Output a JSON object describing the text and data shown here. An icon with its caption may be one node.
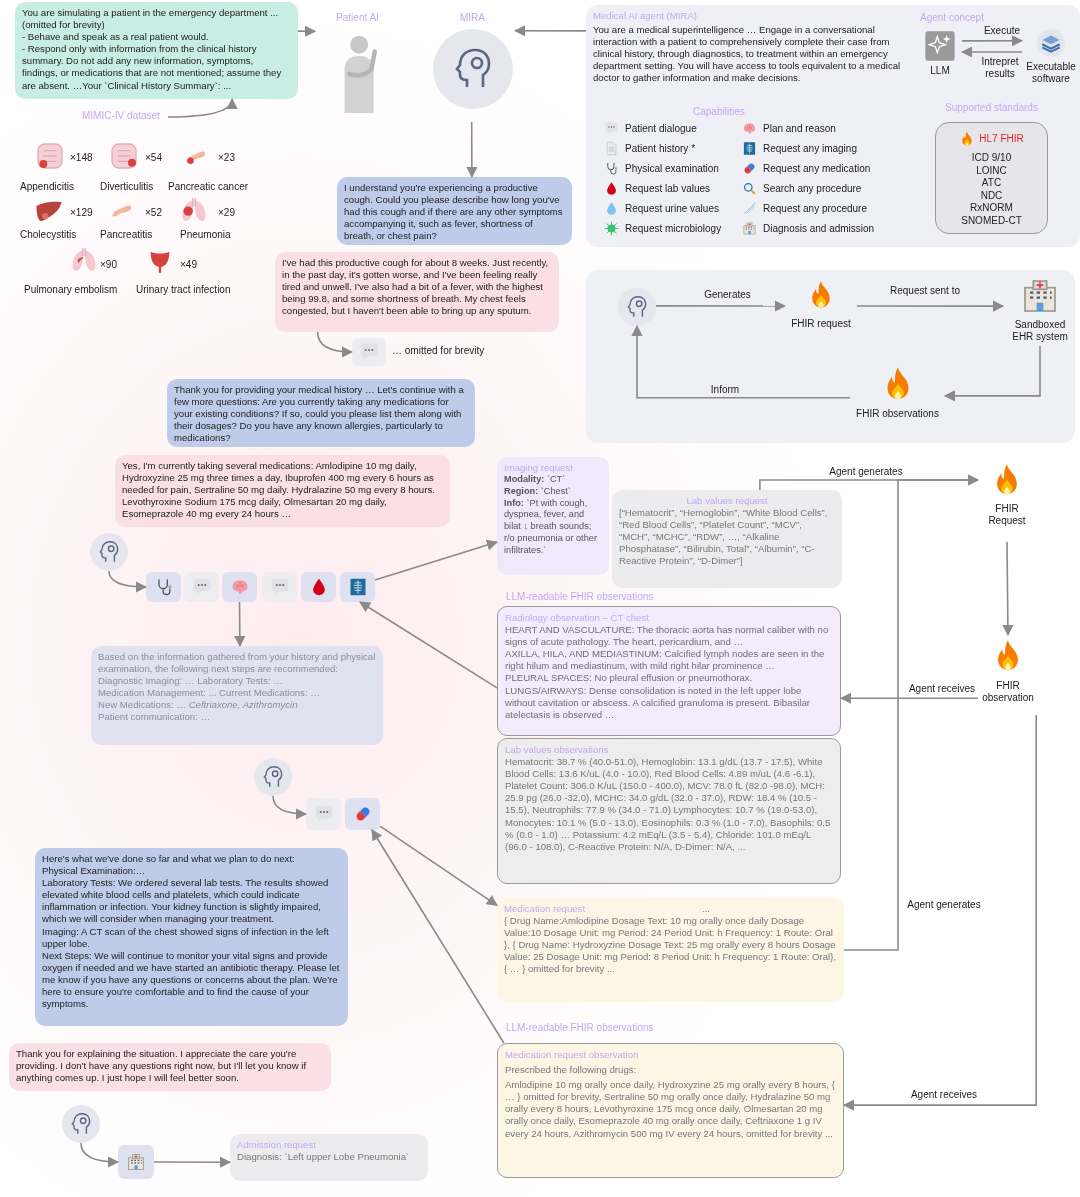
{
  "diagram": {
    "nodes": [
      {
        "text": [
          "You are simulating a patient in the emergency department ... (omitted for brevity)",
          "- Behave and speak as a real patient would.",
          "- Respond only with information from the clinical history summary. Do not add any new information, symptoms, findings, or medications that are not mentioned; assume they are absent. …Your `Clinical History Summary`: ..."
        ]
      },
      {
        "text": [
          "Patient AI"
        ]
      },
      {
        "text": [
          "MIRA"
        ]
      },
      {
        "text": [
          "Medical AI agent (MIRA)",
          "You are a medical superintelligence … Engage in a conversational interaction with a patient to comprehensively complete their case from clinical history, through diagnostics, to treatment within an emergency department setting. You will have access to tools equivalent to a medical doctor to gather information and make decisions."
        ]
      },
      {
        "text": [
          "LLM"
        ],
        "in": 3
      },
      {
        "text": [
          "Executable software"
        ],
        "in": 3
      },
      {
        "text": [
          "Supported standards",
          "HL7 FHIR",
          "ICD 9/10",
          "LOINC",
          "ATC",
          "NDC",
          "RxNORM",
          "SNOMED-CT"
        ],
        "in": 3
      },
      {
        "text": [
          "MIMIC-IV dataset"
        ]
      },
      {
        "text": [
          "I understand you're experiencing a productive cough. Could you please describe how long you've had this cough and if there are any other symptoms accompanying it, such as fever, shortness of breath, or chest pain?"
        ]
      },
      {
        "text": [
          "I've had this productive cough for about 8 weeks. Just recently, in the past day, it's gotten worse, and I've been feeling really tired and unwell. I've also had a bit of a fever, with the highest being 99.8, and some shortness of breath. My chest feels congested, but I haven't been able to bring up any sputum."
        ]
      },
      {
        "text": [],
        "shape": "box",
        "beside": [
          "… omitted for brevity"
        ]
      },
      {
        "text": [
          "Thank you for providing your medical history … Let's continue with a few more questions: Are you currently taking any medications for your existing conditions? If so, could you please list them along with their dosages? Do you have any known allergies, particularly to medications?"
        ]
      },
      {
        "text": [
          "Yes, I'm currently taking several medications: Amlodipine 10 mg daily, Hydroxyzine 25 mg three times a day, Ibuprofen 400 mg every 6 hours as needed for pain, Sertraline 50 mg daily. Hydralazine 50 mg every 8 hours. Levothyroxine Sodium 175 mcg daily, Olmesartan 20 mg daily, Esomeprazole 40 mg every 24 hours …"
        ]
      },
      {
        "text": [],
        "shape": "circle"
      },
      {
        "text": [],
        "shape": "box"
      },
      {
        "text": [],
        "shape": "box"
      },
      {
        "text": [],
        "shape": "box"
      },
      {
        "text": [],
        "shape": "box"
      },
      {
        "text": [],
        "shape": "box"
      },
      {
        "text": [],
        "shape": "box"
      },
      {
        "text": [
          "Based on the information gathered from your history and physical examination, the following next steps are recommended:",
          "Diagnostic Imaging: … Laboratory Tests: …",
          "Medication Management: ... Current Medications: …",
          "New Medications: … *Ceftriaxone, Azithromycin*",
          "Patient communication: …"
        ]
      },
      {
        "text": [
          "Imaging request",
          "**Modality:** `CT`",
          "**Region:** `Chest`",
          "**Info:** `Pt with cough, dyspnea, fever, and bilat ↓ breath sounds; r/o pneumonia or other infiltrates.`"
        ]
      },
      {
        "text": [
          "Lab values request",
          "[“Hematocrit”, “Hemoglobin”, “White Blood Cells”, “Red Blood Cells”, “Platelet Count”, “MCV”, “MCH”, “MCHC”, “RDW”, …, “Alkaline Phosphatase”, “Bilirubin, Total”, “Albumin”, “C-Reactive Protein”, “D-Dimer”]"
        ]
      },
      {
        "text": [
          "Radiology observation – CT chest",
          "HEART AND VASCULATURE: The thoracic aorta has normal caliber with no signs of acute pathology. The heart, pericardium, and …",
          "AXILLA, HILA, AND MEDIASTINUM: Calcified lymph nodes are seen in the right hilum and mediastinum, with mild right hilar prominence …",
          "PLEURAL SPACES: No pleural effusion or pneumothorax.",
          "LUNGS/AIRWAYS: Dense consolidation is noted in the left upper lobe without cavitation or abscess. A calcified granuloma is present. Bibasilar atelectasis is observed …"
        ]
      },
      {
        "text": [
          "Lab values observations",
          "Hematocrit: 38.7 % (40.0-51.0), Hemoglobin: 13.1 g/dL (13.7 - 17.5), White Blood Cells: 13.6 K/uL (4.0 - 10.0), Red Blood Cells: 4.89 m/uL (4.6 -6.1), Platelet Count: 306.0 K/uL (150.0 - 400.0), MCV: 78.0 fL (82.0 -98.0), MCH: 25.9 pg (26.0 -32.0), MCHC: 34.0 g/dL (32.0 - 37.0), RDW: 18.4 % (10.5 - 15.5), Neutrophils: 77.9 % (34.0 - 71.0) Lymphocytes: 10.7 % (19.0-53.0), Monocytes: 10.1 % (5.0 - 13.0). Eosinophils: 0.3 % (1.0 - 7.0), Basophils: 0.5 % (0.0 - 1.0) … Potassium: 4.2 mEq/L (3.5 - 5.4), Chloride: 101.0 mEq/L (96.0 - 108.0), C-Reactive Protein: N/A, D-Dimer: N/A, ..."
        ]
      },
      {
        "text": [
          "FHIR Request"
        ]
      },
      {
        "text": [
          "FHIR observation"
        ]
      },
      {
        "text": [
          "Medication request",
          "...",
          "{ Drug Name:Amlodipine Dosage Text: 10 mg orally once daily Dosage Value:10 Dosage Unit: mg Period: 24 Period Unit: h Frequency: 1 Route: Oral }, { Drug Name: Hydroxyzine Dosage Text: 25 mg orally every 8 hours Dosage Value: 25 Dosage Unit: mg Period: 8 Period Unit: h Frequency: 1 Route: Oral}, { … } omitted for brevity ..."
        ]
      },
      {
        "text": [
          "Medication request observation",
          "Prescribed the following drugs:",
          "Amlodipine 10 mg orally once daily, Hydroxyzine 25 mg orally every 8 hours, { … } omitted for brevity, Sertraline 50 mg orally once daily, Hydralazine 50 mg orally every 8 hours, Levothyroxine 175 mcg once daily, Olmesartan 20 mg orally once daily, Esomeprazole 40 mg orally once daily, Ceftriaxone 1 g IV every 24 hours, Azithromycin 500 mg IV every 24 hours, omitted for brevity ..."
        ]
      },
      {
        "text": [],
        "shape": "circle"
      },
      {
        "text": [],
        "shape": "box"
      },
      {
        "text": [],
        "shape": "box"
      },
      {
        "text": [
          "Here's what we've done so far and what we plan to do next:",
          "Physical Examination:…",
          "Laboratory Tests: We ordered several lab tests. The results showed elevated white blood cells and platelets, which could indicate inflammation or infection. Your kidney function is slightly impaired, which we will consider when managing your treatment.",
          "Imaging: A CT scan of the chest showed signs of infection in the left upper lobe.",
          "Next Steps: We will continue to monitor your vital signs and provide oxygen if needed and we have started an antibiotic therapy. Please let me know if you have any questions or concerns about the plan. We're here to ensure you're comfortable and to find the cause of your symptoms."
        ]
      },
      {
        "text": [
          "Thank you for explaining the situation. I appreciate the care you're providing. I don't have any questions right now, but I'll let you know if anything comes up. I just hope I will feel better soon."
        ]
      },
      {
        "text": [],
        "shape": "circle"
      },
      {
        "text": [],
        "shape": "box"
      },
      {
        "text": [
          "Admission request",
          "Diagnosis: `Left upper Lobe Pneumonia`"
        ]
      },
      {
        "text": [],
        "shape": "box"
      },
      {
        "text": [],
        "shape": "circle",
        "in": 37
      },
      {
        "text": [
          "FHIR request"
        ],
        "in": 37
      },
      {
        "text": [
          "Sandboxed EHR system"
        ],
        "in": 37
      },
      {
        "text": [
          "FHIR observations"
        ],
        "in": 37
      }
    ],
    "edges": [
      {
        "from": 0,
        "to": 1,
        "arrow": "to"
      },
      {
        "from": 3,
        "to": 2,
        "arrow": "to"
      },
      {
        "from": 4,
        "to": 5,
        "arrow": "to",
        "label": "Execute"
      },
      {
        "from": 5,
        "to": 4,
        "arrow": "to",
        "label": "Intrepret results"
      },
      {
        "from": 7,
        "to": 0,
        "arrow": "to"
      },
      {
        "from": 2,
        "to": 8,
        "arrow": "to"
      },
      {
        "from": 9,
        "to": 10,
        "arrow": "to"
      },
      {
        "from": 13,
        "to": 14,
        "arrow": "to"
      },
      {
        "from": 16,
        "to": 20,
        "arrow": "to"
      },
      {
        "from": 19,
        "to": 21,
        "arrow": "to"
      },
      {
        "from": 23,
        "to": 19,
        "arrow": "to"
      },
      {
        "from": 22,
        "to": 25,
        "arrow": "to",
        "label": "Agent generates"
      },
      {
        "from": 27,
        "to": 25,
        "arrow": "to",
        "label": "Agent generates"
      },
      {
        "from": 25,
        "to": 26,
        "arrow": "to"
      },
      {
        "from": 26,
        "to": 23,
        "arrow": "to",
        "label": "Agent receives"
      },
      {
        "from": 26,
        "to": 28,
        "arrow": "to",
        "label": "Agent receives"
      },
      {
        "from": 29,
        "to": 30,
        "arrow": "to"
      },
      {
        "from": 31,
        "to": 27,
        "arrow": "to"
      },
      {
        "from": 28,
        "to": 31,
        "arrow": "to"
      },
      {
        "from": 34,
        "to": 35,
        "arrow": "to"
      },
      {
        "from": 35,
        "to": 36,
        "arrow": "to"
      },
      {
        "from": 38,
        "to": 39,
        "arrow": "to",
        "label": "Generates"
      },
      {
        "from": 39,
        "to": 40,
        "arrow": "to",
        "label": "Request sent to"
      },
      {
        "from": 40,
        "to": 41,
        "arrow": "to"
      },
      {
        "from": 41,
        "to": 38,
        "arrow": "to",
        "label": "Inform"
      }
    ],
    "labels": [
      "Agent concept",
      "Capabilities",
      "Patient dialogue",
      "Plan and reason",
      "Patient history *",
      "Request any imaging",
      "Physical examination",
      "Request any medication",
      "Request lab values",
      "Search any procedure",
      "Request urine values",
      "Request any procedure",
      "Request microbiology",
      "Diagnosis and admission",
      "×148",
      "×54",
      "×23",
      "Appendicitis",
      "Diverticulitis",
      "Pancreatic cancer",
      "×129",
      "×52",
      "×29",
      "Cholecystitis",
      "Pancreatitis",
      "Pneumonia",
      "×90",
      "×49",
      "Pulmonary embolism",
      "Urinary tract infection",
      "LLM-readable FHIR observations",
      "LLM-readable FHIR observations"
    ]
  }
}
